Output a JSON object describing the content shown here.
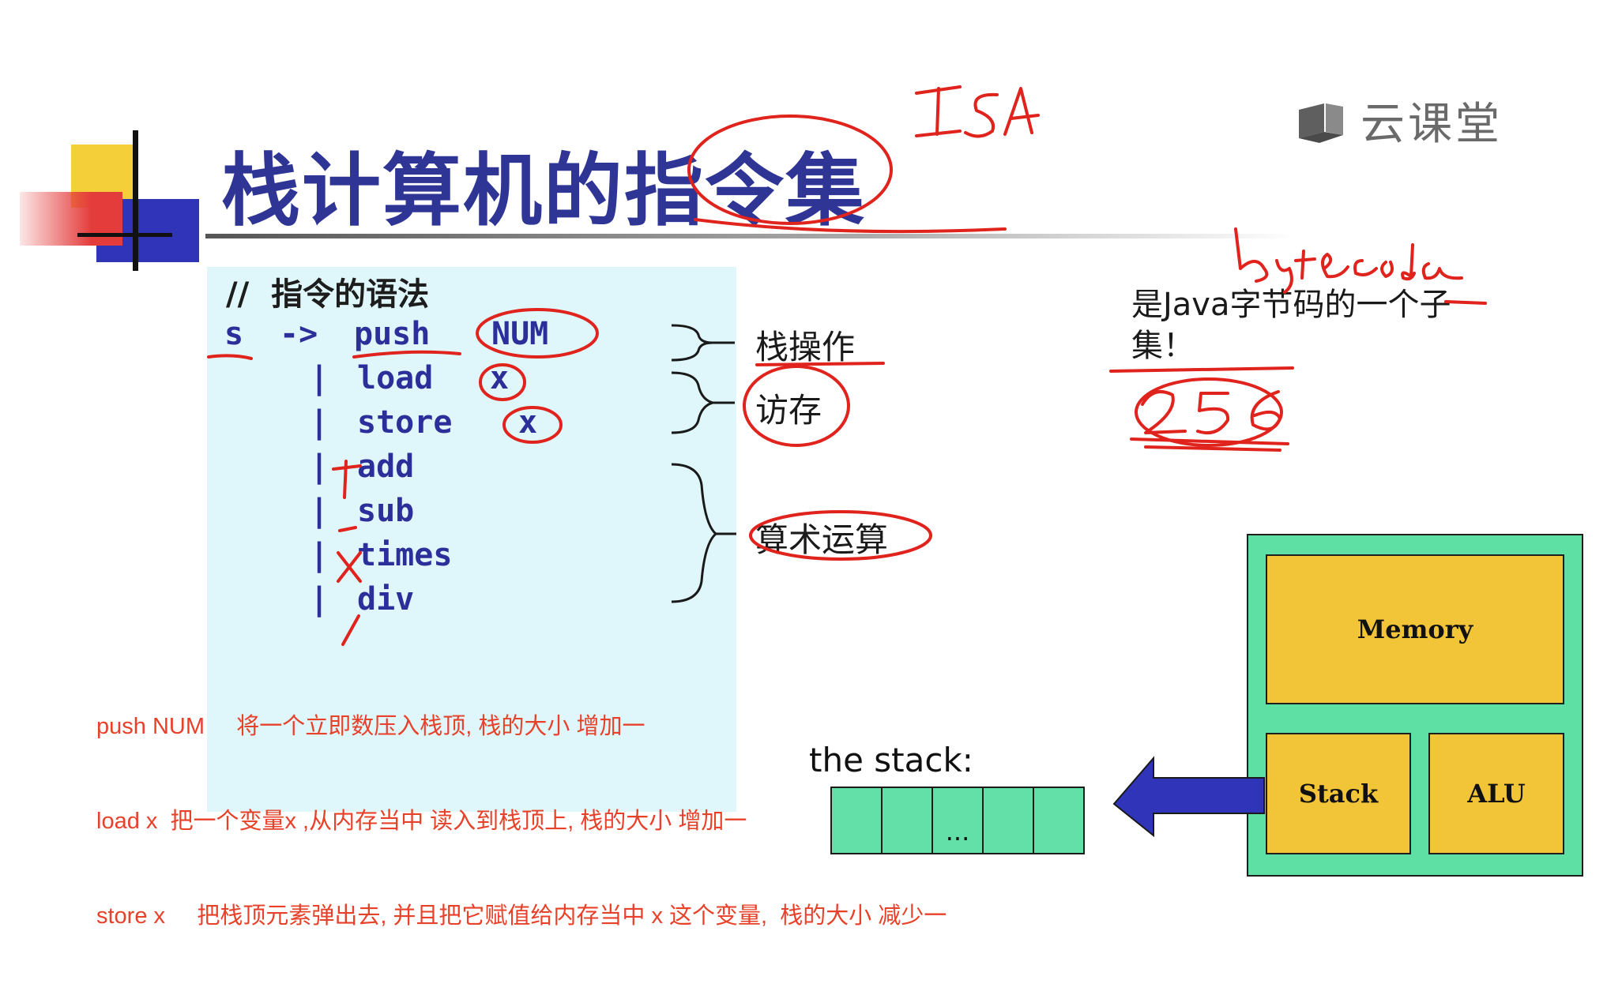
{
  "slide": {
    "title": "栈计算机的指令集",
    "brand": {
      "name": "云课堂",
      "icon": "cloud-classroom-logo-icon"
    },
    "grammar": {
      "comment": "//  指令的语法",
      "lines": [
        {
          "lhs": "s",
          "arrow": "->",
          "instr": "push",
          "arg": "NUM"
        },
        {
          "bar": "|",
          "instr": "load",
          "arg": "x"
        },
        {
          "bar": "|",
          "instr": "store",
          "arg": "x"
        },
        {
          "bar": "|",
          "instr": "add"
        },
        {
          "bar": "|",
          "instr": "sub"
        },
        {
          "bar": "|",
          "instr": "times"
        },
        {
          "bar": "|",
          "instr": "div"
        }
      ]
    },
    "groups": {
      "stack_ops": "栈操作",
      "memory_access": "访存",
      "arithmetic": "算术运算"
    },
    "java_note": "是Java字节码的一个子集！",
    "notes": [
      "push NUM     将一个立即数压入栈顶, 栈的大小 增加一",
      "load x  把一个变量x ,从内存当中 读入到栈顶上, 栈的大小 增加一",
      "store x     把栈顶元素弹出去, 并且把它赋值给内存当中 x 这个变量,  栈的大小 减少一"
    ],
    "stack_caption": "the stack:",
    "stack_cells": [
      "",
      "",
      "...",
      "",
      ""
    ],
    "machine": {
      "memory": "Memory",
      "stack": "Stack",
      "alu": "ALU"
    },
    "handwriting": {
      "isa": "ISA",
      "bytecode": "bytecode",
      "count": "256"
    },
    "colors": {
      "title": "#2e3594",
      "code": "#2b2f9a",
      "ink": "#e0231c",
      "notes": "#e8412a",
      "grammar_bg": "#dff7fb",
      "machine_bg": "#5ee0a5",
      "box_bg": "#f2c437",
      "arrow": "#2f34b8"
    }
  }
}
